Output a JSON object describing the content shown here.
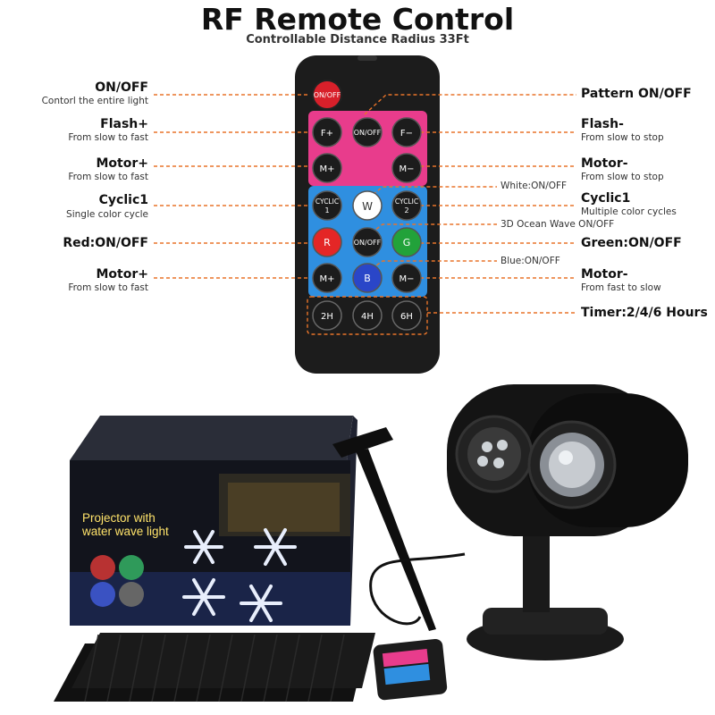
{
  "header": {
    "title": "RF Remote Control",
    "subtitle": "Controllable Distance Radius 33Ft"
  },
  "left_labels": [
    {
      "title": "ON/OFF",
      "desc": "Contorl the entire light"
    },
    {
      "title": "Flash+",
      "desc": "From slow to fast"
    },
    {
      "title": "Motor+",
      "desc": "From slow to fast"
    },
    {
      "title": "Cyclic1",
      "desc": "Single color cycle"
    },
    {
      "title": "Red:ON/OFF",
      "desc": ""
    },
    {
      "title": "Motor+",
      "desc": "From slow to fast"
    }
  ],
  "right_labels": [
    {
      "title": "Pattern ON/OFF",
      "desc": ""
    },
    {
      "title": "Flash-",
      "desc": "From slow to stop"
    },
    {
      "title": "Motor-",
      "desc": "From slow to stop"
    },
    {
      "title": "Cyclic1",
      "desc": "Multiple color cycles"
    },
    {
      "title": "Green:ON/OFF",
      "desc": ""
    },
    {
      "title": "Motor-",
      "desc": "From fast to slow"
    },
    {
      "title": "Timer:2/4/6 Hours",
      "desc": ""
    }
  ],
  "small_labels": {
    "white": "White:ON/OFF",
    "ocean": "3D Ocean Wave ON/OFF",
    "blue": "Blue:ON/OFF"
  },
  "remote_buttons": {
    "power": "ON/OFF",
    "flash_plus": "F+",
    "pattern": "ON/OFF",
    "flash_minus": "F−",
    "motor_plus_1": "M+",
    "motor_minus_1": "M−",
    "cyclic1_line1": "CYCLIC",
    "cyclic1_line2": "1",
    "white": "W",
    "cyclic2_line1": "CYCLIC",
    "cyclic2_line2": "2",
    "red": "R",
    "ocean": "ON/OFF",
    "green": "G",
    "motor_plus_2": "M+",
    "blue": "B",
    "motor_minus_2": "M−",
    "timer_2h": "2H",
    "timer_4h": "4H",
    "timer_6h": "6H"
  },
  "product_box": {
    "line1": "Projector with",
    "line2": "water wave light"
  },
  "colors": {
    "leader_line": "#e8742a",
    "pink_panel": "#e83c8c",
    "blue_panel": "#2f8fe0",
    "remote_body": "#1c1c1c",
    "power_button": "#d8202a",
    "red_button": "#e42626",
    "green_button": "#22a23a",
    "blue_button": "#2a46c8"
  }
}
